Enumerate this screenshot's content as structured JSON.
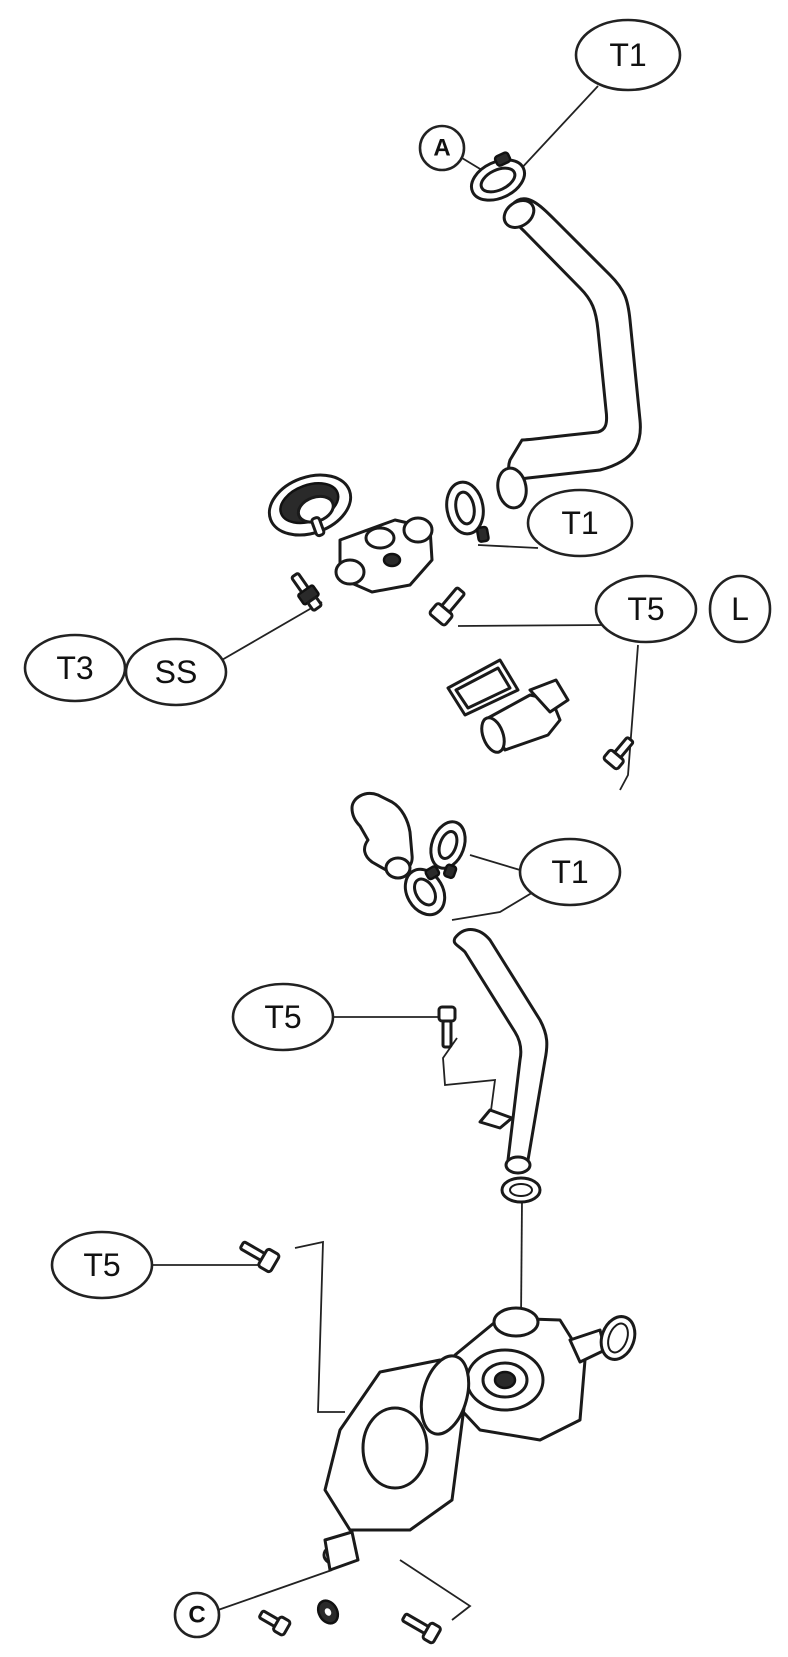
{
  "diagram": {
    "callouts": {
      "top_t1": "T1",
      "top_a": "A",
      "mid_t1": "T1",
      "mid_t5": "T5",
      "mid_l": "L",
      "left_t3": "T3",
      "left_ss": "SS",
      "lower_t1": "T1",
      "lower_t5": "T5",
      "bottom_t5": "T5",
      "bottom_c": "C"
    },
    "colors": {
      "line": "#1a1a1a",
      "background": "#ffffff"
    }
  }
}
